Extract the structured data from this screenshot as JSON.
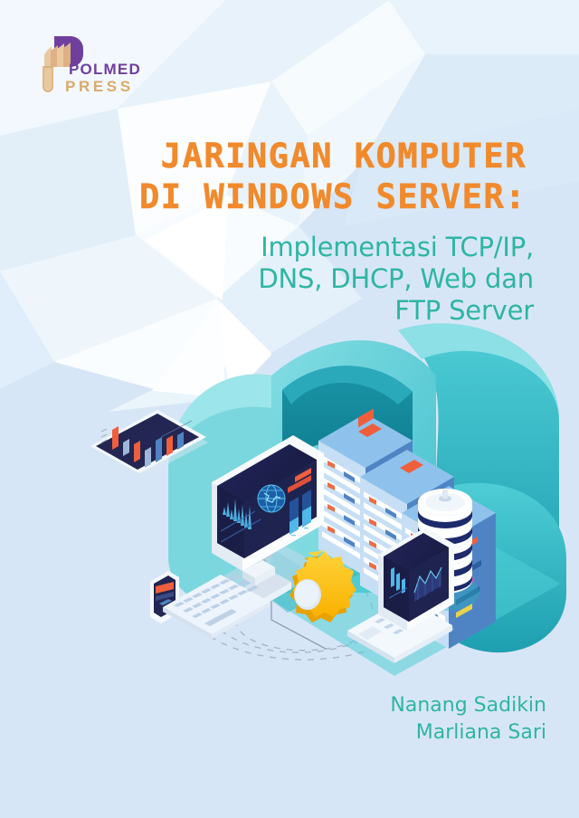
{
  "cover": {
    "background_color": "#d7e6f6",
    "accent_orange": "#f18a2d",
    "accent_teal": "#2eb5a4",
    "cloud_teal": "#3fc4cd",
    "gear_yellow": "#fcc510"
  },
  "publisher": {
    "name_primary": "POLMED",
    "name_secondary": "PRESS",
    "mark": "p-bookmark-icon",
    "primary_color": "#6f3f9e",
    "secondary_color": "#d9aa6b"
  },
  "title": {
    "lines": [
      "JARINGAN KOMPUTER",
      "DI WINDOWS SERVER:"
    ],
    "color": "#f18a2d"
  },
  "subtitle": {
    "lines": [
      "Implementasi TCP/IP,",
      "DNS, DHCP, Web dan",
      "FTP Server"
    ],
    "color": "#2eb5a4"
  },
  "authors": {
    "names": [
      "Nanang Sadikin",
      "Marliana Sari"
    ],
    "color": "#2eb5a4"
  },
  "illustration": {
    "description": "Isometric cloud computing network scene",
    "elements": [
      {
        "name": "cloud",
        "label": "cloud",
        "color": "#3fc4cd"
      },
      {
        "name": "server-rack-1",
        "label": "server rack",
        "color": "#5b9bd9"
      },
      {
        "name": "server-rack-2",
        "label": "server rack",
        "color": "#5b9bd9"
      },
      {
        "name": "server-rack-3",
        "label": "server rack",
        "color": "#5b9bd9"
      },
      {
        "name": "database-cylinder",
        "label": "database",
        "color": "#ffffff"
      },
      {
        "name": "desktop-monitor",
        "label": "desktop monitor dashboard",
        "color": "#1d2046"
      },
      {
        "name": "keyboard",
        "label": "keyboard",
        "color": "#eef4fb"
      },
      {
        "name": "tablet",
        "label": "tablet bar chart",
        "color": "#1d2046"
      },
      {
        "name": "smartphone",
        "label": "smartphone",
        "color": "#1d2046"
      },
      {
        "name": "laptop",
        "label": "laptop chart",
        "color": "#1d2046"
      },
      {
        "name": "gear",
        "label": "settings gear",
        "color": "#fcc510"
      }
    ]
  }
}
